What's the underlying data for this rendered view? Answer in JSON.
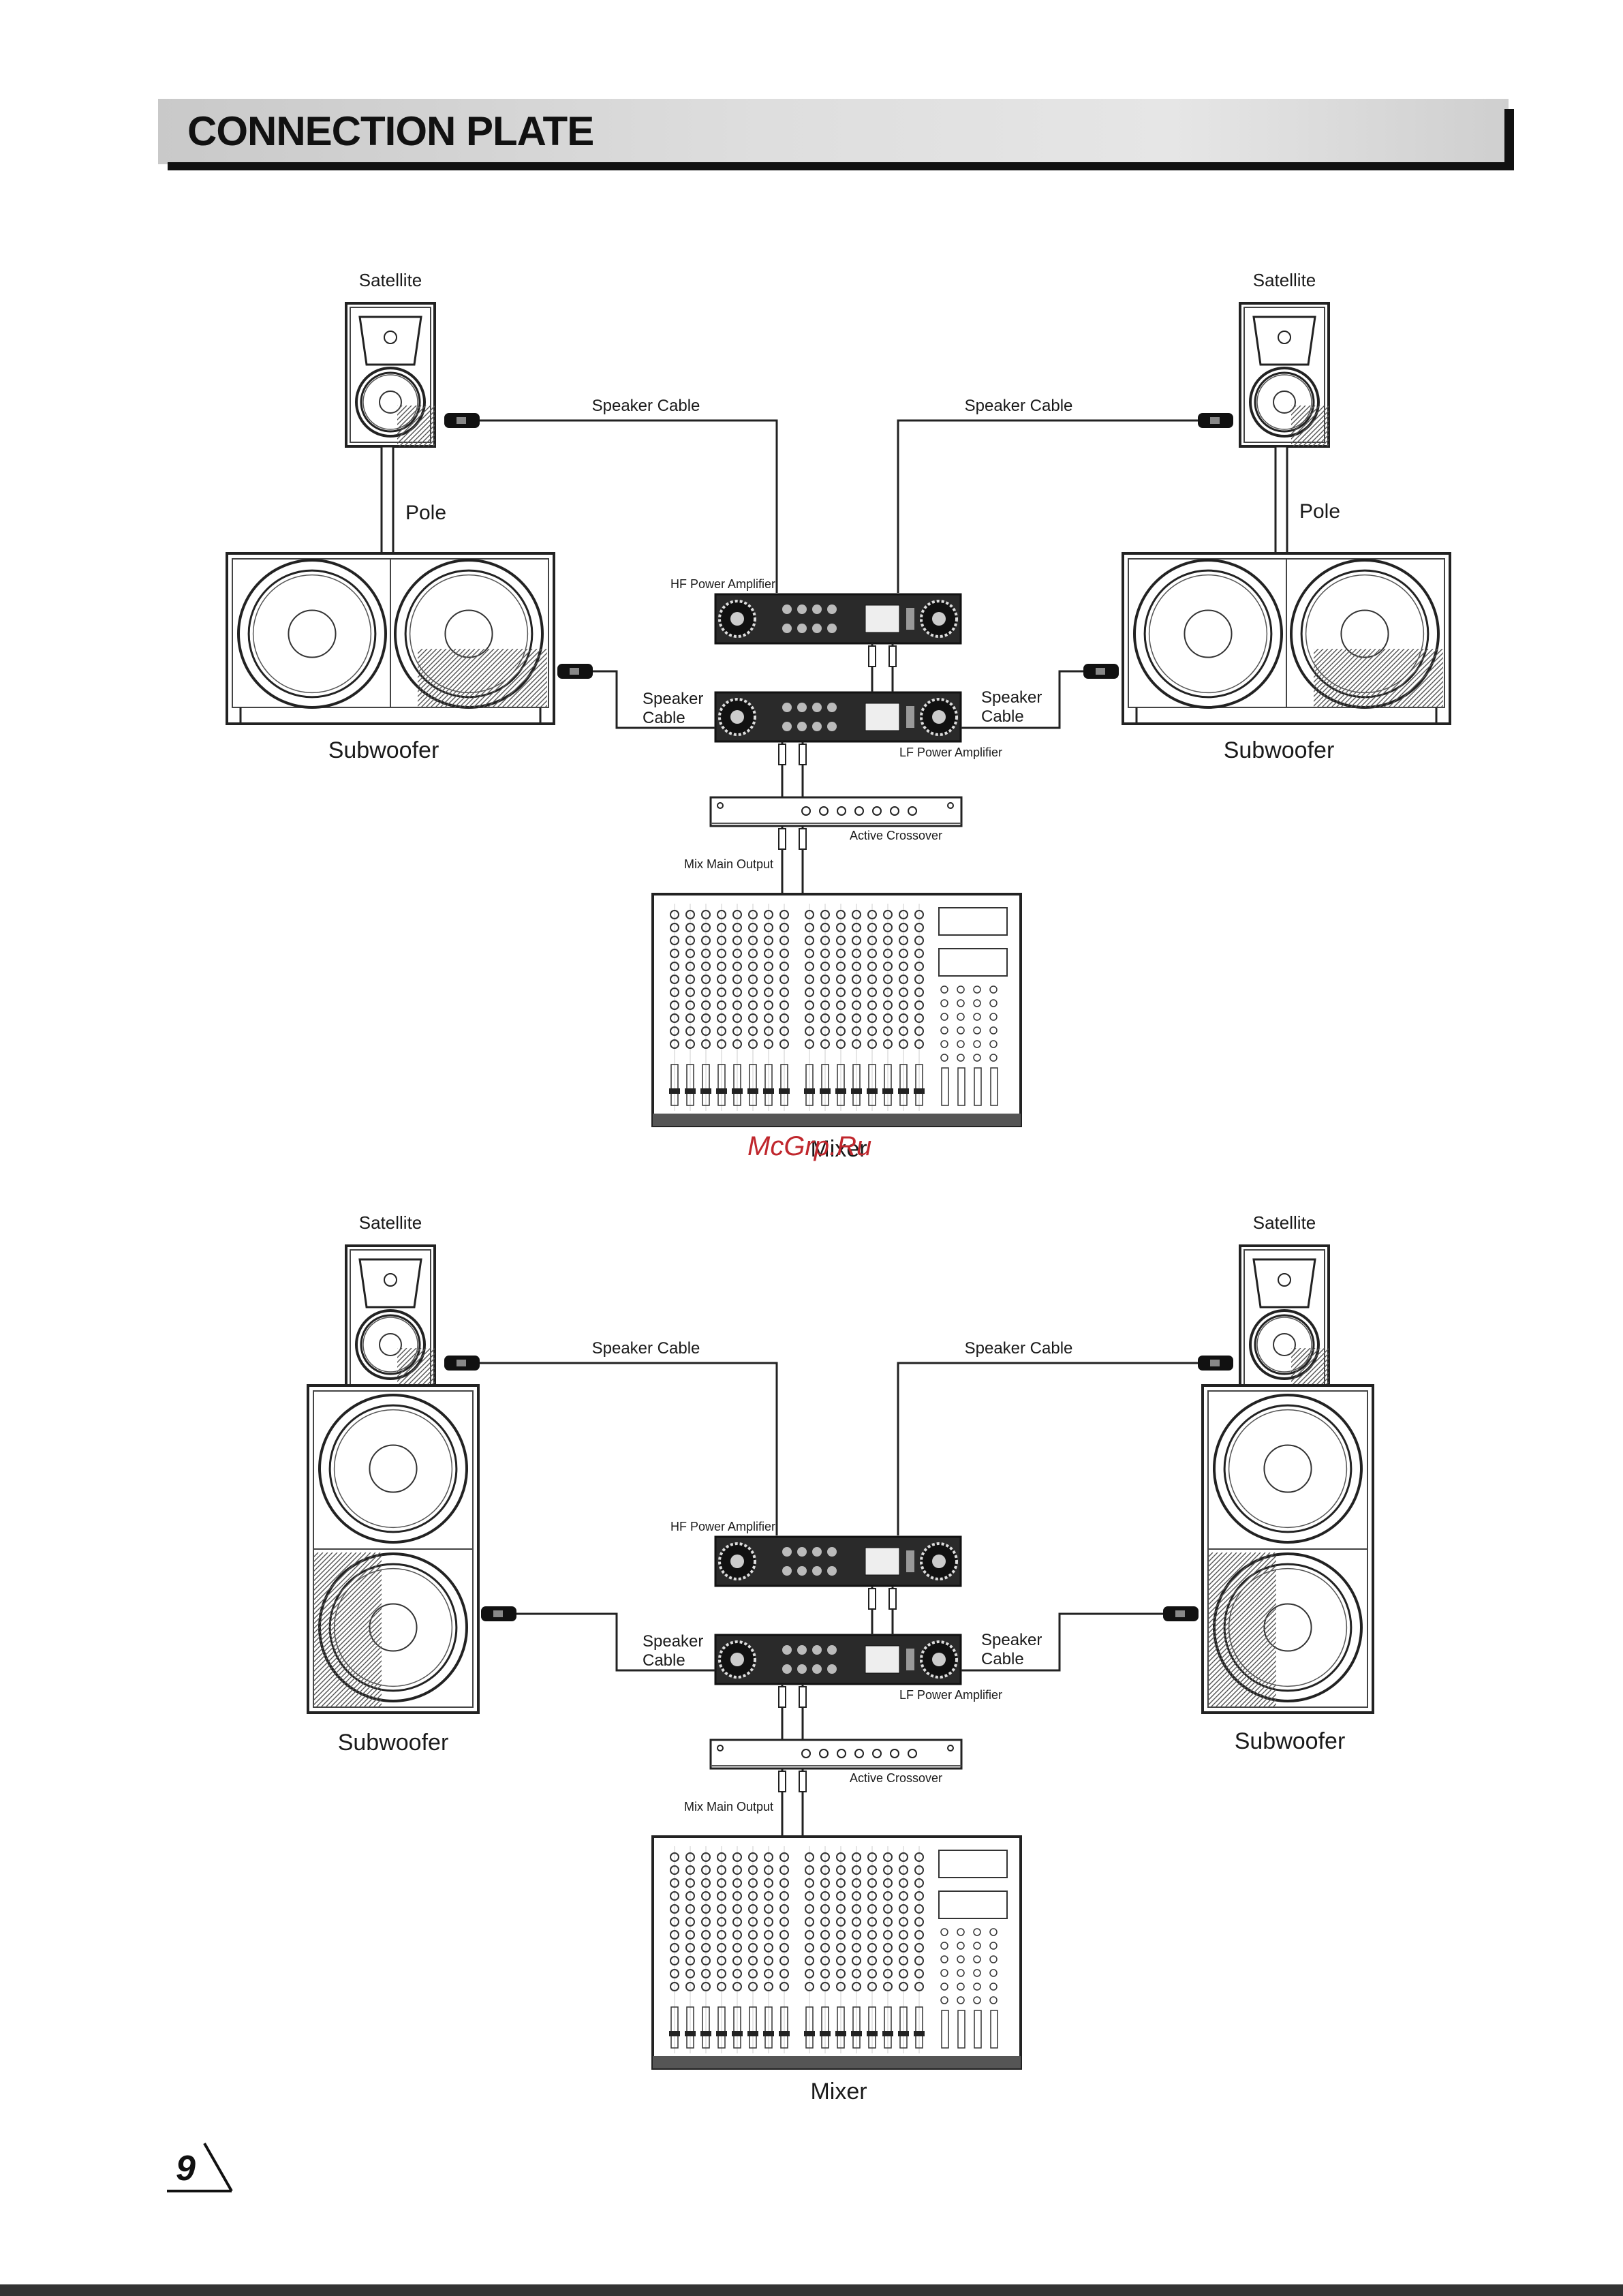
{
  "header": {
    "title": "CONNECTION PLATE"
  },
  "watermark": "McGrp.Ru",
  "page_number": "9",
  "diagrams": [
    {
      "labels": {
        "satellite_left": "Satellite",
        "satellite_right": "Satellite",
        "speaker_cable_top_left": "Speaker Cable",
        "speaker_cable_top_right": "Speaker Cable",
        "pole_left": "Pole",
        "pole_right": "Pole",
        "hf_amp": "HF Power Amplifier",
        "lf_amp": "LF Power Amplifier",
        "speaker_cable_mid_left": [
          "Speaker",
          "Cable"
        ],
        "speaker_cable_mid_right": [
          "Speaker",
          "Cable"
        ],
        "subwoofer_left": "Subwoofer",
        "subwoofer_right": "Subwoofer",
        "active_crossover": "Active Crossover",
        "mix_main_output": "Mix Main Output",
        "mixer": "Mixer"
      }
    },
    {
      "labels": {
        "satellite_left": "Satellite",
        "satellite_right": "Satellite",
        "speaker_cable_top_left": "Speaker Cable",
        "speaker_cable_top_right": "Speaker Cable",
        "hf_amp": "HF Power Amplifier",
        "lf_amp": "LF Power Amplifier",
        "speaker_cable_mid_left": [
          "Speaker",
          "Cable"
        ],
        "speaker_cable_mid_right": [
          "Speaker",
          "Cable"
        ],
        "subwoofer_left": "Subwoofer",
        "subwoofer_right": "Subwoofer",
        "active_crossover": "Active Crossover",
        "mix_main_output": "Mix Main Output",
        "mixer": "Mixer"
      }
    }
  ]
}
